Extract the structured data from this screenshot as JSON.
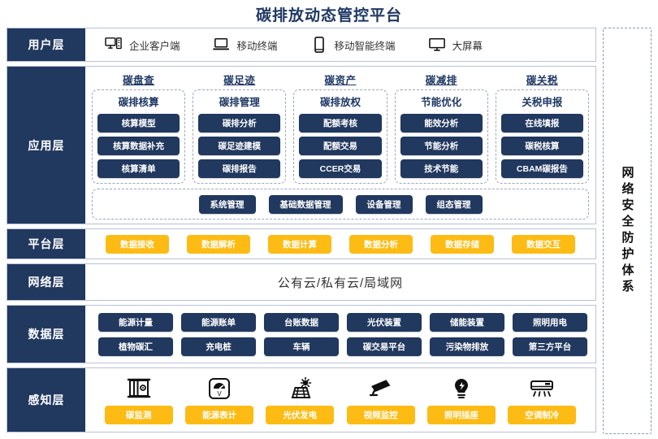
{
  "title": "碳排放动态管控平台",
  "security_band": {
    "label": "网络安全防护体系"
  },
  "layers": {
    "user": {
      "label": "用户层",
      "items": [
        {
          "icon": "desktop-pc-icon",
          "label": "企业客户端"
        },
        {
          "icon": "laptop-icon",
          "label": "移动终端"
        },
        {
          "icon": "smartphone-icon",
          "label": "移动智能终端"
        },
        {
          "icon": "monitor-icon",
          "label": "大屏幕"
        }
      ]
    },
    "app": {
      "label": "应用层",
      "columns": [
        {
          "title": "碳盘查",
          "card_title": "碳排核算",
          "items": [
            "核算模型",
            "核算数据补充",
            "核算清单"
          ]
        },
        {
          "title": "碳足迹",
          "card_title": "碳排管理",
          "items": [
            "碳排分析",
            "碳足迹建模",
            "碳排报告"
          ]
        },
        {
          "title": "碳资产",
          "card_title": "碳排放权",
          "items": [
            "配额考核",
            "配额交易",
            "CCER交易"
          ]
        },
        {
          "title": "碳减排",
          "card_title": "节能优化",
          "items": [
            "能效分析",
            "节能分析",
            "技术节能"
          ]
        },
        {
          "title": "碳关税",
          "card_title": "关税申报",
          "items": [
            "在线填报",
            "碳税核算",
            "CBAM碳报告"
          ]
        }
      ],
      "common": [
        "系统管理",
        "基础数据管理",
        "设备管理",
        "组态管理"
      ]
    },
    "platform": {
      "label": "平台层",
      "items": [
        "数据接收",
        "数据解析",
        "数据计算",
        "数据分析",
        "数据存储",
        "数据交互"
      ]
    },
    "network": {
      "label": "网络层",
      "text": "公有云/私有云/局域网"
    },
    "data": {
      "label": "数据层",
      "row1": [
        "能源计量",
        "能源账单",
        "台账数据",
        "光伏装置",
        "储能装置",
        "照明用电"
      ],
      "row2": [
        "植物碳汇",
        "充电桩",
        "车辆",
        "碳交易平台",
        "污染物排放",
        "第三方平台"
      ]
    },
    "sense": {
      "label": "感知层",
      "items": [
        {
          "icon": "carbon-monitor-icon",
          "label": "碳监测"
        },
        {
          "icon": "energy-meter-icon",
          "label": "能源表计"
        },
        {
          "icon": "solar-panel-icon",
          "label": "光伏发电"
        },
        {
          "icon": "cctv-camera-icon",
          "label": "视频监控"
        },
        {
          "icon": "light-bulb-icon",
          "label": "照明插座"
        },
        {
          "icon": "air-conditioner-icon",
          "label": "空调制冷"
        }
      ]
    }
  },
  "colors": {
    "navy": "#21385F",
    "yellow": "#FDBB13",
    "title_blue": "#1F3864",
    "border": "#b8c2d6"
  }
}
